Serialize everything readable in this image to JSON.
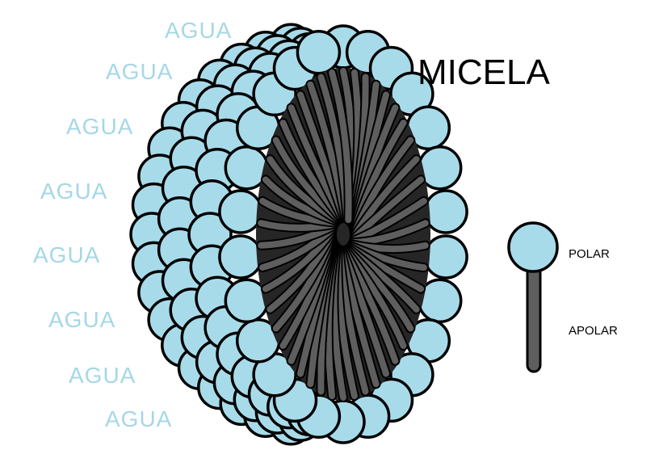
{
  "title": "MICELA",
  "water_labels": [
    "AGUA",
    "AGUA",
    "AGUA",
    "AGUA",
    "AGUA",
    "AGUA",
    "AGUA",
    "AGUA"
  ],
  "legend": {
    "head_label": "POLAR",
    "tail_label": "APOLAR"
  },
  "colors": {
    "head_fill": "#a8dbea",
    "outline": "#000000",
    "tail_fill": "#5e5e5e",
    "core_fill": "#262626",
    "water_text": "#a6d7e6",
    "title_text": "#000000"
  }
}
